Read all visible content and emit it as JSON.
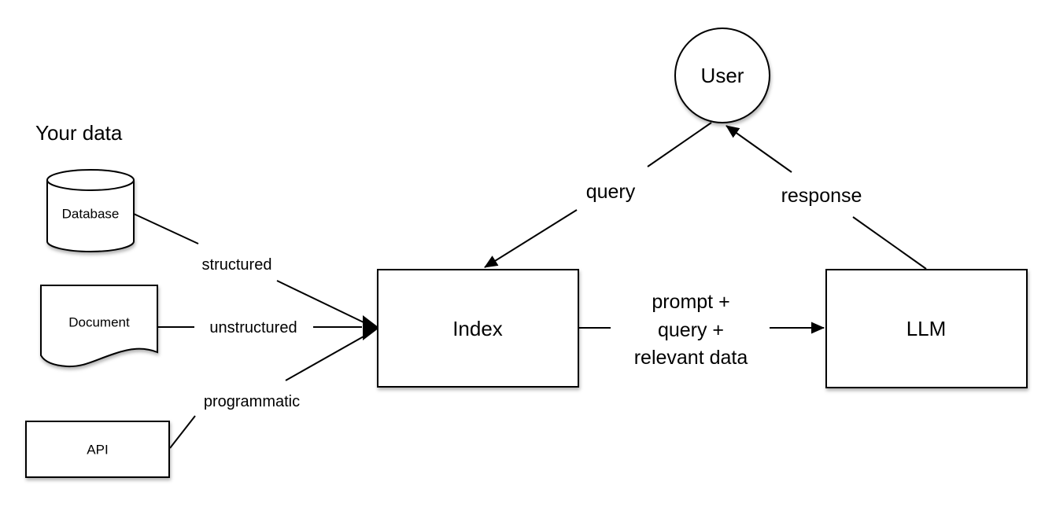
{
  "diagram": {
    "title": "Your data",
    "background_color": "#ffffff",
    "stroke_color": "#000000",
    "shape_fill_color": "#ffffff",
    "nodes": {
      "database": {
        "label": "Database",
        "shape": "cylinder"
      },
      "document": {
        "label": "Document",
        "shape": "document"
      },
      "api": {
        "label": "API",
        "shape": "rectangle"
      },
      "index": {
        "label": "Index",
        "shape": "rectangle"
      },
      "llm": {
        "label": "LLM",
        "shape": "rectangle"
      },
      "user": {
        "label": "User",
        "shape": "circle"
      }
    },
    "edges": {
      "structured": {
        "label": "structured",
        "from": "database",
        "to": "index"
      },
      "unstructured": {
        "label": "unstructured",
        "from": "document",
        "to": "index"
      },
      "programmatic": {
        "label": "programmatic",
        "from": "api",
        "to": "index"
      },
      "query": {
        "label": "query",
        "from": "user",
        "to": "index"
      },
      "response": {
        "label": "response",
        "from": "llm",
        "to": "user"
      },
      "prompt_query_relevant_data": {
        "lines": [
          "prompt +",
          "query +",
          "relevant data"
        ],
        "from": "index",
        "to": "llm"
      }
    }
  }
}
